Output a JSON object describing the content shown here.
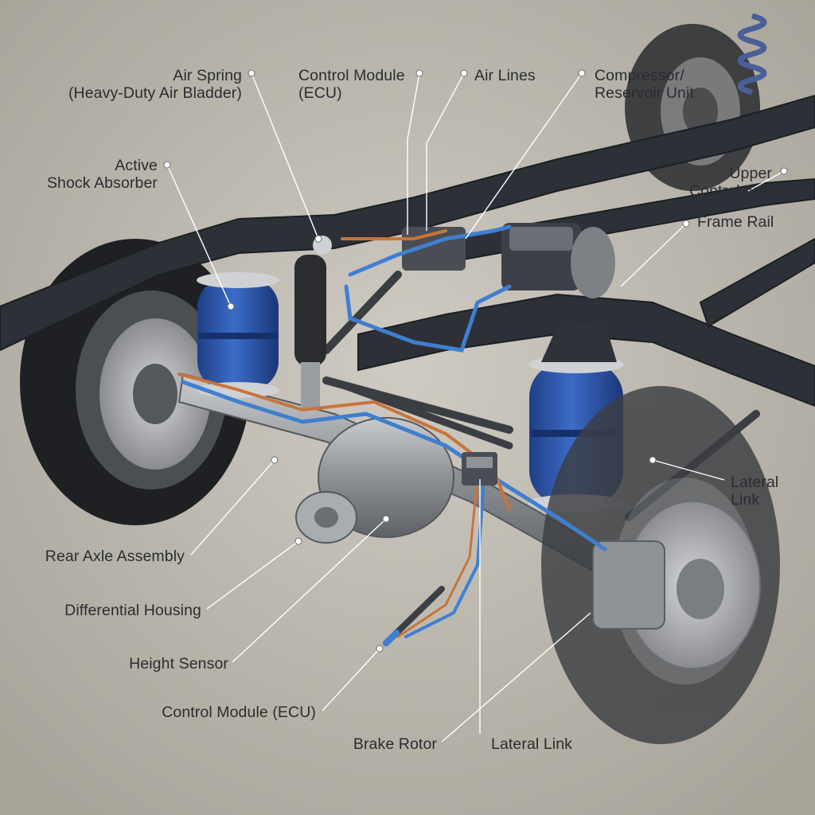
{
  "colors": {
    "background": "#b9b5ab",
    "frame": "#2c3036",
    "air_spring": "#2b56a8",
    "air_line_blue": "#3f7fd0",
    "air_line_orange": "#c8743c",
    "axle_metal": "#8f9296",
    "tire": "#202224",
    "leader_line": "#ffffff",
    "label_text": "#2a2c30"
  },
  "labels": {
    "air_spring": [
      "Air Spring",
      "(Heavy-Duty Air Bladder)"
    ],
    "control_module_top": [
      "Control Module",
      "(ECU)"
    ],
    "air_lines": "Air Lines",
    "compressor": [
      "Compressor/",
      "Reservoir Unit"
    ],
    "active_shock": [
      "Active",
      "Shock Absorber"
    ],
    "upper_control_arm": [
      "Upper",
      "Control Arm"
    ],
    "frame_rail": "Frame Rail",
    "lateral_link_right": [
      "Lateral",
      "Link"
    ],
    "rear_axle": "Rear Axle Assembly",
    "differential": "Differential Housing",
    "height_sensor": "Height Sensor",
    "control_module_bottom": "Control Module (ECU)",
    "brake_rotor": "Brake Rotor",
    "lateral_link_bottom": "Lateral Link"
  }
}
